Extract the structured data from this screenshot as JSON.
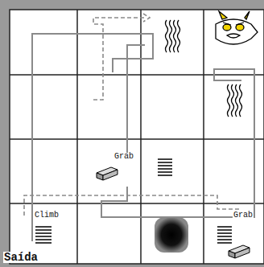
{
  "diagram": {
    "labels": [
      "Grab",
      "Climb",
      "Saída",
      "Grab"
    ]
  }
}
